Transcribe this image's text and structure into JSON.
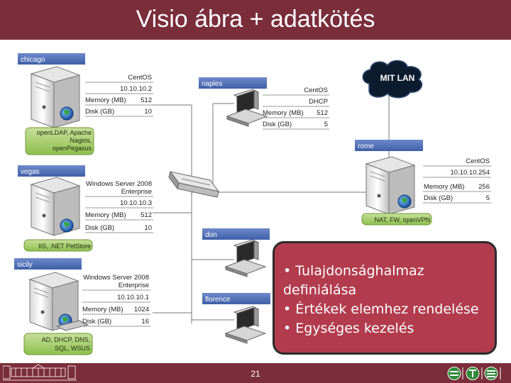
{
  "title": "Visio ábra + adatkötés",
  "labels": {
    "memory": "Memory (MB)",
    "disk": "Disk (GB)"
  },
  "nodes": {
    "mit_lan": "MIT LAN",
    "chicago": {
      "name": "chicago",
      "os": "CentOS",
      "ip": "10.10.10.2",
      "memory": "512",
      "disk": "10",
      "services": [
        "openLDAP, Apache",
        "Nagios,",
        "openPegasus"
      ]
    },
    "naples": {
      "name": "naples",
      "os": "CentOS",
      "service": "DHCP",
      "memory": "512",
      "disk": "5"
    },
    "rome": {
      "name": "rome",
      "os": "CentOS",
      "ip": "10.10.10.254",
      "memory": "256",
      "disk": "5",
      "services": [
        "NAT, FW, openVPN"
      ]
    },
    "vegas": {
      "name": "vegas",
      "os_line1": "Windows Server 2008",
      "os_line2": "Enterprise",
      "ip": "10.10.10.3",
      "memory": "512",
      "disk": "10",
      "services": [
        "IIS, .NET PetStore"
      ]
    },
    "don": {
      "name": "don"
    },
    "sicily": {
      "name": "sicily",
      "os_line1": "Windows Server 2008",
      "os_line2": "Enterprise",
      "ip": "10.10.10.1",
      "memory": "1024",
      "disk": "16",
      "services": [
        "AD, DHCP, DNS,",
        "SQL, WSUS"
      ]
    },
    "florence": {
      "name": "florence"
    }
  },
  "bullets": [
    "• Tulajdonsághalmaz definiálása",
    "• Értékek elemhez rendelése",
    "• Egységes kezelés"
  ],
  "page_number": "21",
  "colors": {
    "title_bar": "#7a2d3a",
    "callout": "#b23c4e",
    "node_header": "#4a68b0",
    "services_badge": "#a8cf6a"
  }
}
